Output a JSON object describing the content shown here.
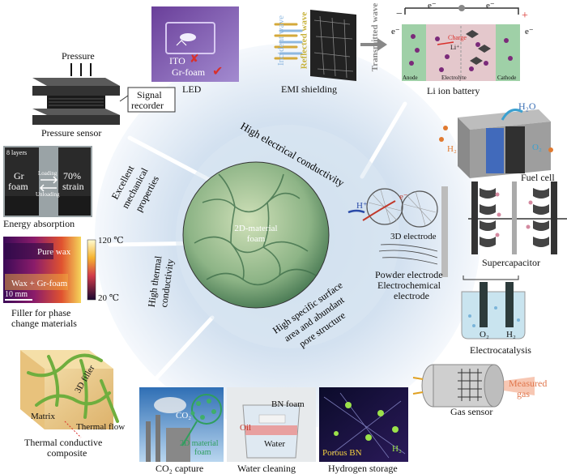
{
  "center": {
    "label": "2D-material\nfoam"
  },
  "properties": {
    "electrical": "High electrical conductivity",
    "mechanical": [
      "Excellent",
      "mechanical",
      "properties"
    ],
    "thermal": [
      "High thermal",
      "conductivity"
    ],
    "surface": [
      "High specific surface",
      "area and abundant",
      "pore structure"
    ]
  },
  "applications": {
    "led": {
      "caption": "LED",
      "ito": "ITO",
      "grfoam": "Gr-foam"
    },
    "emi": {
      "caption": "EMI shielding",
      "incident": "Incident wave",
      "reflected": "Reflected wave",
      "transmitted": "Transmitted wave"
    },
    "battery": {
      "caption": "Li ion battery",
      "anode": "Anode",
      "electrolyte": "Electrolyte",
      "cathode": "Cathode",
      "charge": "Charge",
      "li": "Li⁺",
      "electron": "e⁻"
    },
    "fuelcell": {
      "caption": "Fuel cell",
      "h2o": "H₂O",
      "h2": "H₂",
      "o2": "O₂"
    },
    "electrode": {
      "e": "e⁻",
      "h": "H⁺",
      "electrode3d": "3D electrode",
      "powder": "Powder electrode",
      "electrochem": "Electrochemical",
      "electrode": "electrode"
    },
    "supercap": {
      "caption": "Supercapacitor"
    },
    "electrocat": {
      "caption": "Electrocatalysis",
      "o2": "O₂",
      "h2": "H₂"
    },
    "gassensor": {
      "caption": "Gas sensor",
      "measured": "Measured",
      "gas": "gas"
    },
    "hydrogen": {
      "caption": "Hydrogen storage",
      "porous": "Porous BN",
      "h2": "H₂"
    },
    "water": {
      "caption": "Water cleaning",
      "bn": "BN foam",
      "oil": "Oil",
      "water": "Water"
    },
    "co2": {
      "caption": "CO₂ capture",
      "co2": "CO₂",
      "foam": "2D material",
      "foam2": "foam"
    },
    "composite": {
      "caption1": "Thermal conductive",
      "caption2": "composite",
      "filler": "3D filler",
      "matrix": "Matrix",
      "flow": "Thermal flow"
    },
    "pcm": {
      "caption1": "Filler for phase",
      "caption2": "change materials",
      "pure": "Pure wax",
      "mix": "Wax + Gr-foam",
      "scale": "10 mm",
      "tmax": "120 ℃",
      "tmin": "20 ℃"
    },
    "energy": {
      "caption": "Energy absorption",
      "layers": "8 layers",
      "gr": "Gr",
      "foam": "foam",
      "loading": "Loading",
      "unloading": "Unloading",
      "pct": "70%",
      "strain": "strain"
    },
    "pressure": {
      "caption": "Pressure sensor",
      "top": "Pressure",
      "signal": "Signal",
      "recorder": "recorder"
    }
  },
  "colors": {
    "ring": "#c9d9ec",
    "ring_edge": "#e9f0f8",
    "sector_line": "#ffffff",
    "accent_red": "#d9302b",
    "foam_green": "#8fb58a"
  }
}
